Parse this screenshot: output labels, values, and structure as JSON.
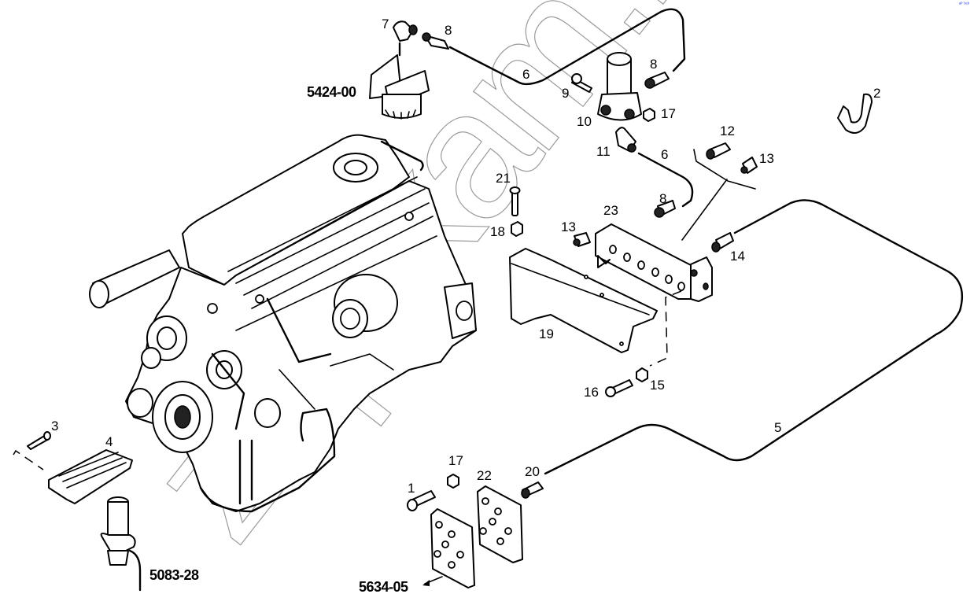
{
  "diagram": {
    "title": "Engine fuel/air pipe and bracket exploded view",
    "corner_mark": "ᵃᴾ ᵇᵉᵇ",
    "watermark": "zap-kam.ru",
    "callouts": [
      {
        "id": "c7",
        "text": "7"
      },
      {
        "id": "c8a",
        "text": "8"
      },
      {
        "id": "c6a",
        "text": "6"
      },
      {
        "id": "c5424",
        "text": "5424-00"
      },
      {
        "id": "c8b",
        "text": "8"
      },
      {
        "id": "c9",
        "text": "9"
      },
      {
        "id": "c10",
        "text": "10"
      },
      {
        "id": "c17a",
        "text": "17"
      },
      {
        "id": "c11",
        "text": "11"
      },
      {
        "id": "c6b",
        "text": "6"
      },
      {
        "id": "c12",
        "text": "12"
      },
      {
        "id": "c13a",
        "text": "13"
      },
      {
        "id": "c2",
        "text": "2"
      },
      {
        "id": "c21",
        "text": "21"
      },
      {
        "id": "c18",
        "text": "18"
      },
      {
        "id": "c8c",
        "text": "8"
      },
      {
        "id": "c23",
        "text": "23"
      },
      {
        "id": "c13b",
        "text": "13"
      },
      {
        "id": "c14",
        "text": "14"
      },
      {
        "id": "c19",
        "text": "19"
      },
      {
        "id": "c16",
        "text": "16"
      },
      {
        "id": "c15",
        "text": "15"
      },
      {
        "id": "c5",
        "text": "5"
      },
      {
        "id": "c3",
        "text": "3"
      },
      {
        "id": "c4",
        "text": "4"
      },
      {
        "id": "c17b",
        "text": "17"
      },
      {
        "id": "c22",
        "text": "22"
      },
      {
        "id": "c20",
        "text": "20"
      },
      {
        "id": "c1",
        "text": "1"
      },
      {
        "id": "c5083",
        "text": "5083-28"
      },
      {
        "id": "c5634",
        "text": "5634-05"
      }
    ],
    "parts": {
      "engine": "engine-assembly",
      "fuel_filter": "fuel-filter-5424-00",
      "solenoid_valve": "solenoid-valve-10",
      "bracket_19": "support-bracket-19",
      "bracket_23": "manifold-block-23",
      "pipe_5": "pipe-5",
      "pipe_6": "pipe-6",
      "clamp_2": "clamp-2",
      "cover_4": "cover-4",
      "heater_5083": "heater-5083-28",
      "plates_22": "plates-22"
    }
  }
}
